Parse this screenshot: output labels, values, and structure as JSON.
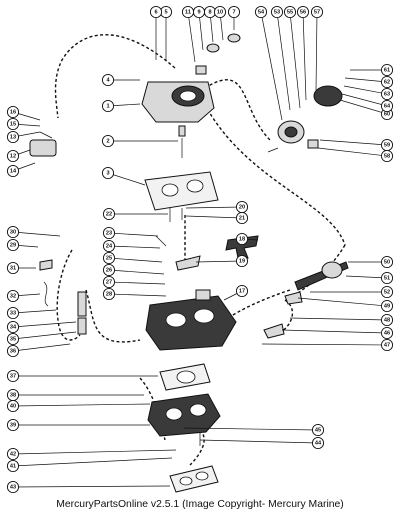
{
  "caption": "MercuryPartsOnline v2.5.1 (Image Copyright- Mercury Marine)",
  "part_numbers": [
    "1",
    "2",
    "3",
    "4",
    "5",
    "6",
    "7",
    "8",
    "9",
    "10",
    "11",
    "12",
    "13",
    "14",
    "15",
    "16",
    "17",
    "18",
    "19",
    "20",
    "21",
    "22",
    "23",
    "24",
    "25",
    "26",
    "27",
    "28",
    "29",
    "30",
    "31",
    "32",
    "33",
    "34",
    "35",
    "36",
    "37",
    "38",
    "39",
    "40",
    "41",
    "42",
    "43",
    "44",
    "45",
    "46",
    "47",
    "48",
    "49",
    "50",
    "51",
    "52",
    "53",
    "54",
    "55",
    "56",
    "57",
    "58",
    "59",
    "60",
    "61",
    "62",
    "63",
    "64"
  ]
}
